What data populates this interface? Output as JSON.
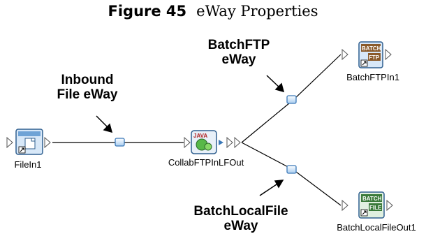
{
  "figure": {
    "label": "Figure 45",
    "title": "eWay Properties"
  },
  "callouts": {
    "batch_ftp": [
      "BatchFTP",
      "eWay"
    ],
    "inbound_file": [
      "Inbound",
      "File eWay"
    ],
    "batch_local_file": [
      "BatchLocalFile",
      "eWay"
    ]
  },
  "nodes": {
    "file_in": {
      "label": "FileIn1",
      "icon": "file-eway-icon"
    },
    "collab": {
      "label": "CollabFTPInLFOut",
      "icon": "java-collaboration-icon",
      "badge": "JAVA"
    },
    "batch_ftp_in": {
      "label": "BatchFTPIn1",
      "icon": "batch-ftp-icon",
      "badge_top": "BATCH",
      "badge_bottom": "FTP"
    },
    "batch_local_file_out": {
      "label": "BatchLocalFileOut1",
      "icon": "batch-file-icon",
      "badge_top": "BATCH",
      "badge_bottom": "FILE"
    }
  },
  "colors": {
    "icon_border": "#2f5f8f",
    "icon_fill": "#d8e8f8",
    "eway_connector": "#5a9ad8",
    "badge_bg": "#8a5a2a",
    "badge_bg_green": "#3a7a3a"
  }
}
